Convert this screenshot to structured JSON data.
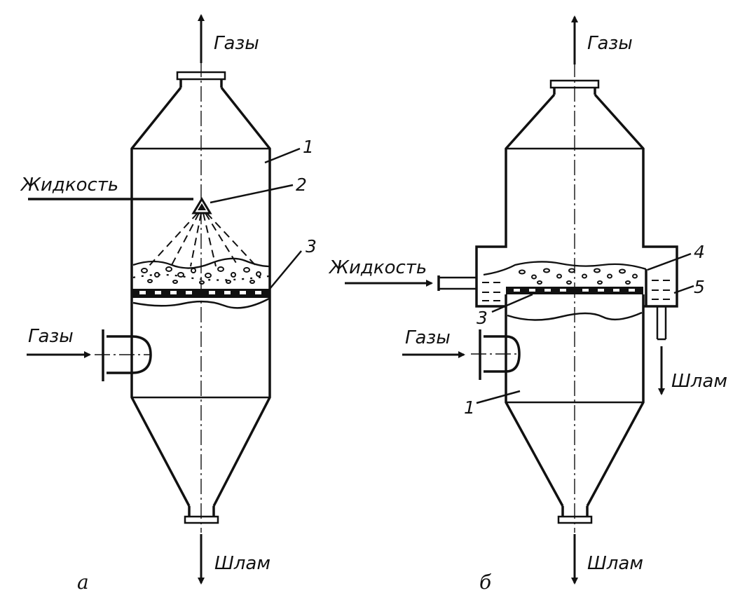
{
  "left": {
    "panel_letter": "а",
    "gas_out_label": "Газы",
    "gas_in_label": "Газы",
    "liquid_label": "Жидкость",
    "sludge_label": "Шлам",
    "callouts": [
      "1",
      "2",
      "3"
    ]
  },
  "right": {
    "panel_letter": "б",
    "gas_out_label": "Газы",
    "gas_in_label": "Газы",
    "liquid_label": "Жидкость",
    "sludge_side_label": "Шлам",
    "sludge_label": "Шлам",
    "callouts": [
      "4",
      "5",
      "3",
      "1"
    ]
  }
}
